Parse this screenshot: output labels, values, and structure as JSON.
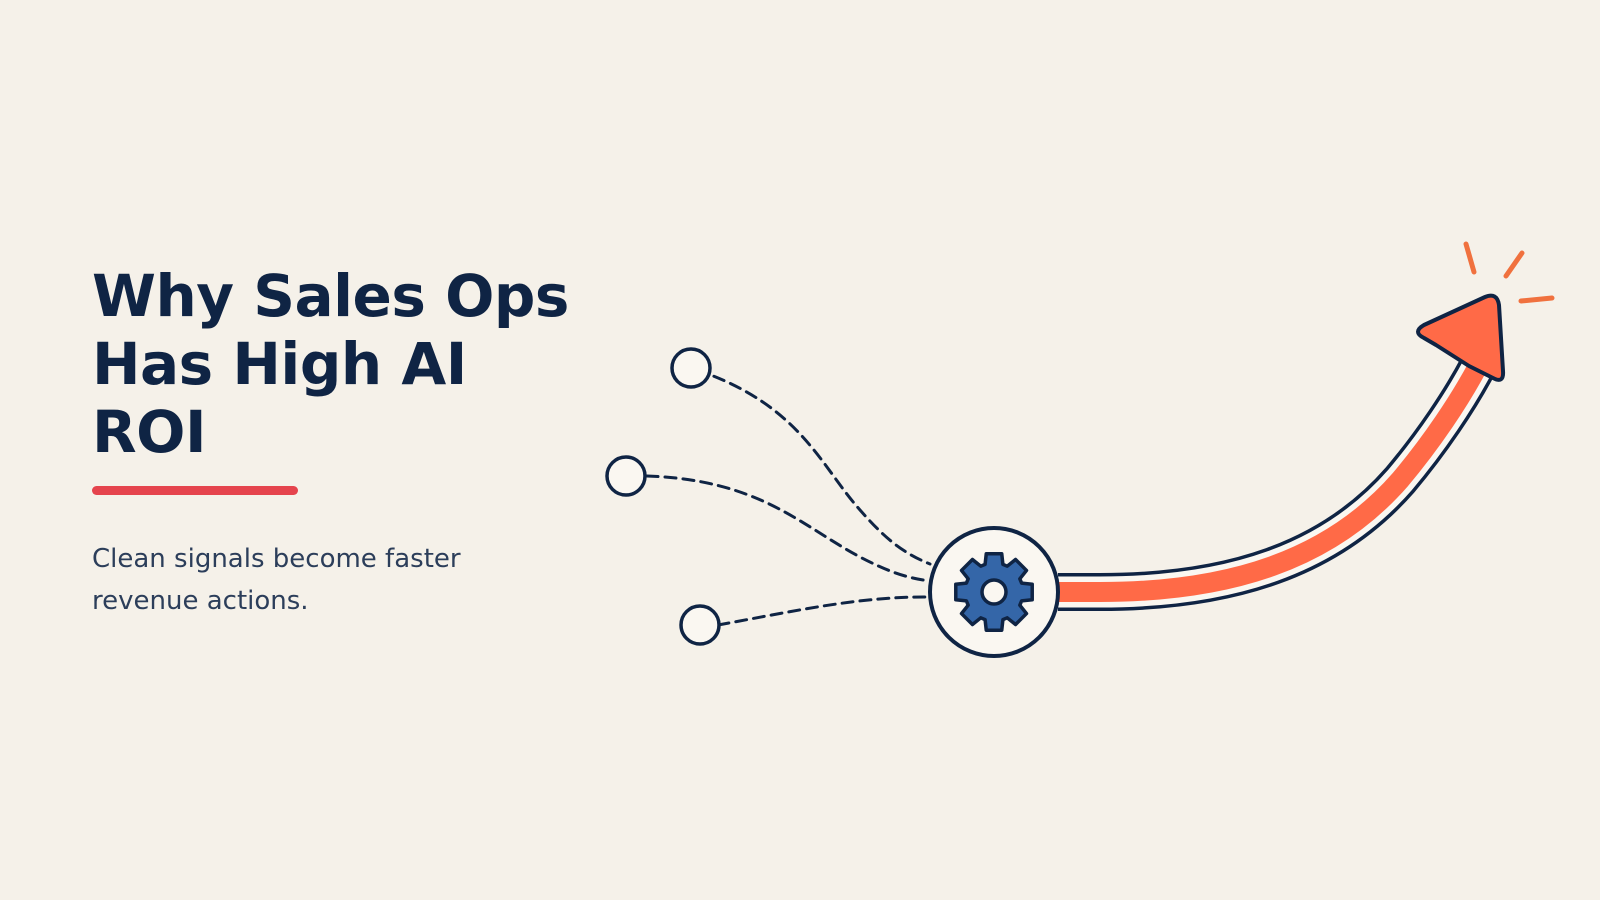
{
  "slide": {
    "title_lines": [
      "Why Sales Ops",
      "Has High AI",
      "ROI"
    ],
    "subtitle_lines": [
      "Clean signals become faster",
      "revenue actions."
    ]
  },
  "diagram": {
    "input_nodes": 3,
    "hub_icon": "gear-icon",
    "arrow_icon": "growth-arrow-icon",
    "burst_icon": "sparkle-burst-icon"
  },
  "colors": {
    "background": "#F5F1E9",
    "navy": "#0F2444",
    "subtitle_text": "#2C3E5A",
    "accent_red": "#E5444D",
    "arrow_orange": "#FF6A47",
    "burst_orange": "#F0713E",
    "gear_blue": "#3466A8",
    "node_fill": "#FAF7F1"
  }
}
